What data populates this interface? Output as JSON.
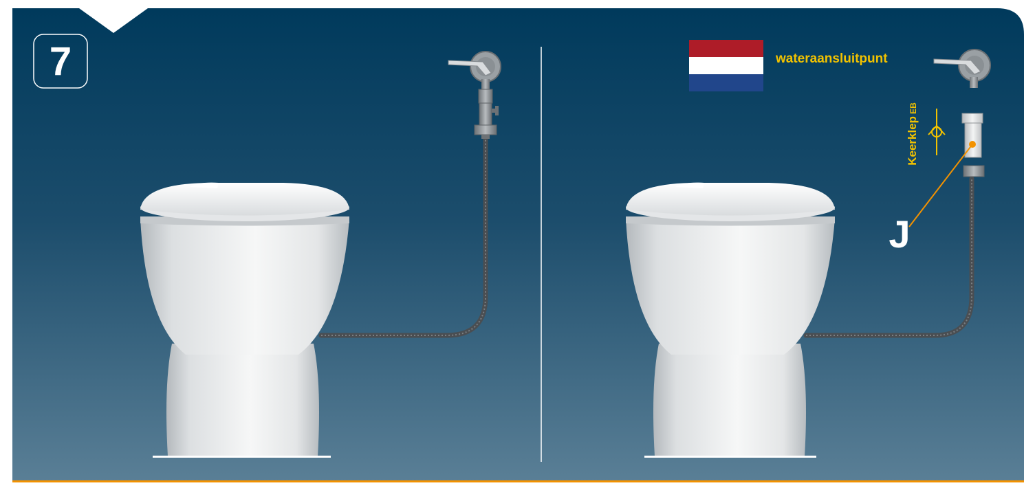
{
  "step": {
    "number": "7"
  },
  "labels": {
    "water_connection": "wateraansluitpunt",
    "valve": "Keerklep",
    "valve_code": "EB",
    "part_letter": "J"
  },
  "flag": {
    "colors": [
      "#ae1c28",
      "#ffffff",
      "#21468b"
    ]
  },
  "colors": {
    "background_top": "#003a5c",
    "background_bottom": "#5a7f96",
    "accent_label": "#f2c200",
    "accent_bar": "#f39200",
    "callout_line": "#f39200"
  }
}
